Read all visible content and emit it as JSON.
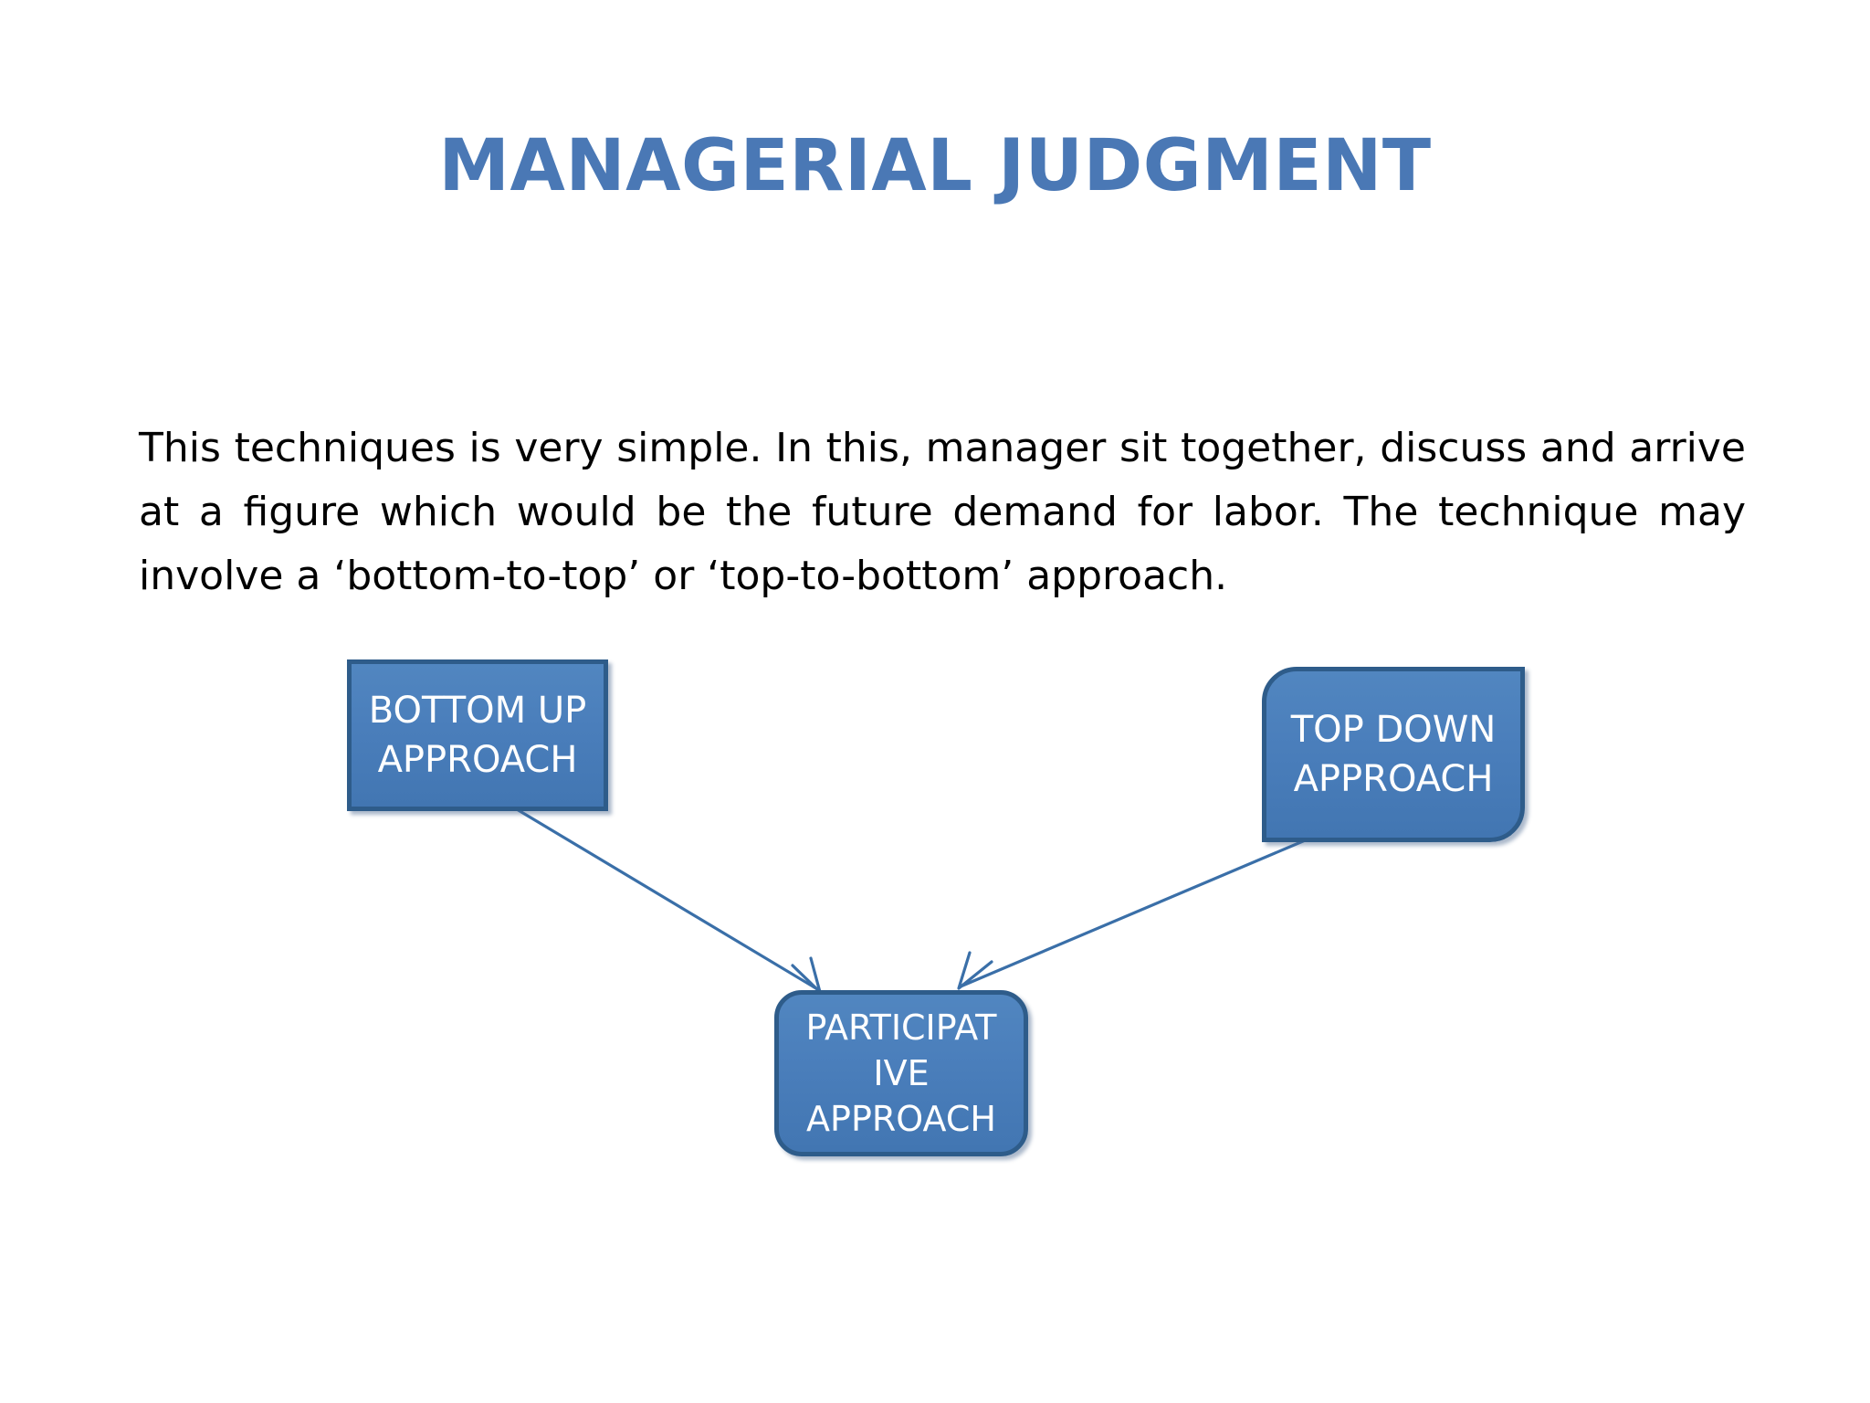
{
  "slide": {
    "background_color": "#FFFFFF",
    "title": "MANAGERIAL JUDGMENT",
    "title_color": "#4A78B5"
  },
  "body": {
    "paragraph": "This techniques is very  simple. In this, manager  sit together, discuss and arrive  at a figure which would be the future demand for labor. The technique may involve a ‘bottom-to-top’ or ‘top-to-bottom’ approach.",
    "text_color": "#000000"
  },
  "diagram": {
    "shape_fill_color": "#4A7EBB",
    "shape_border_color": "#2E5C8A",
    "shape_text_color": "#FFFFFF",
    "connector_color": "#3A6FA8",
    "boxes": [
      {
        "id": "bottom-up",
        "shape": "rectangle",
        "lines": [
          "BOTTOM UP",
          "APPROACH"
        ]
      },
      {
        "id": "top-down",
        "shape": "round-diagonal-corner-rectangle",
        "lines": [
          "TOP DOWN",
          "APPROACH"
        ]
      },
      {
        "id": "participative",
        "shape": "rounded-rectangle",
        "lines": [
          "PARTICIPAT",
          "IVE",
          "APPROACH"
        ]
      }
    ],
    "connectors": [
      {
        "id": "bottom-up-to-participative",
        "from": "bottom-up",
        "to": "participative",
        "arrowhead": "open"
      },
      {
        "id": "top-down-to-participative",
        "from": "top-down",
        "to": "participative",
        "arrowhead": "open"
      }
    ]
  }
}
